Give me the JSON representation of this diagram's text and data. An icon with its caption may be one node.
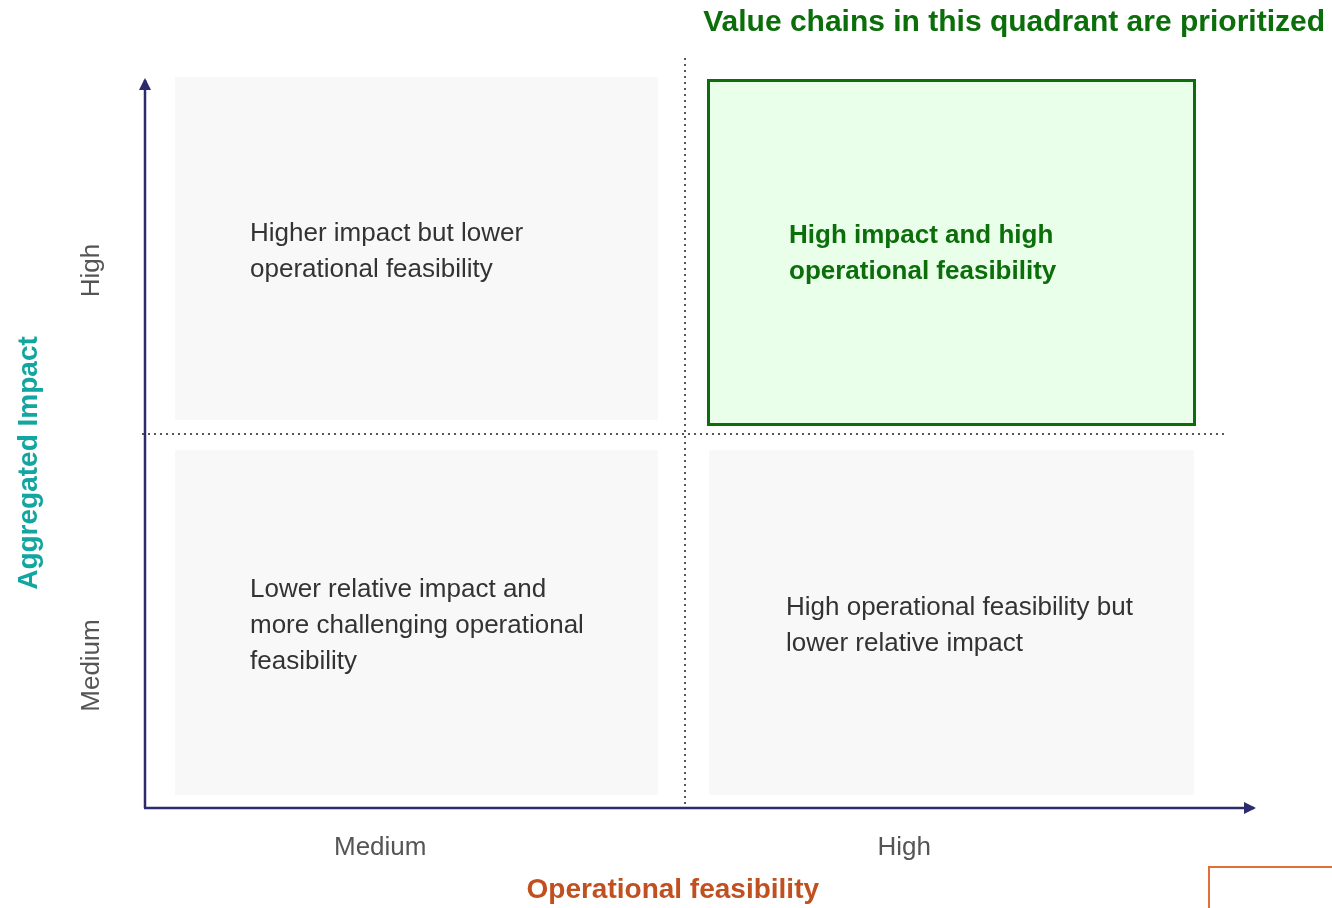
{
  "diagram": {
    "nodes": [
      {
        "text": [
          "Higher impact but lower operational feasibility"
        ]
      },
      {
        "text": [
          "High impact and high operational feasibility"
        ]
      },
      {
        "text": [
          "Lower relative impact and more challenging operational feasibility"
        ]
      },
      {
        "text": [
          "High operational feasibility but lower relative impact"
        ]
      },
      {
        "text": [],
        "shape": "box"
      }
    ],
    "edges": [],
    "labels": [
      "Value chains in this quadrant are prioritized",
      "High",
      "Aggregated Impact",
      "Medium",
      "Medium",
      "High",
      "Operational feasibility"
    ]
  }
}
